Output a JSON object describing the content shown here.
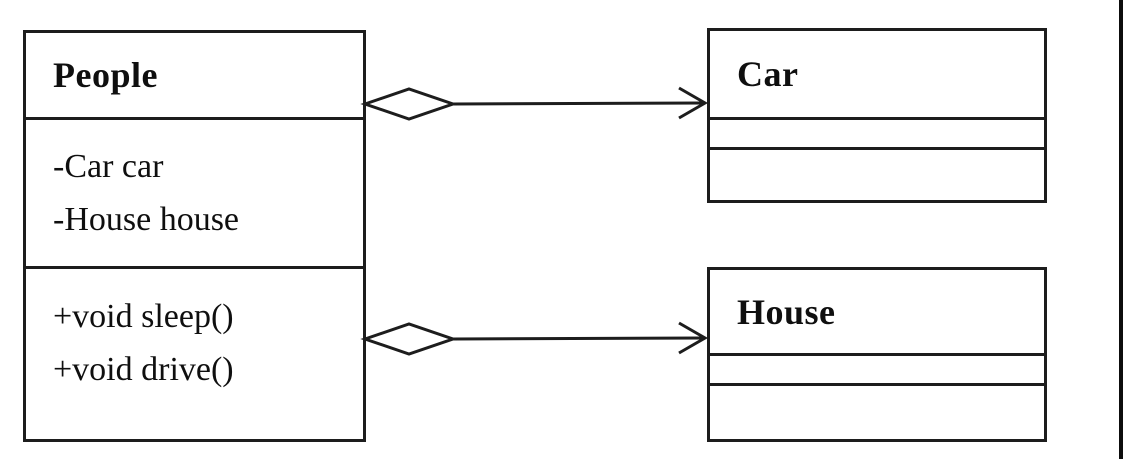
{
  "diagram": {
    "type": "uml-class-diagram",
    "colors": {
      "line": "#1d1d1d",
      "background": "#ffffff",
      "text": "#0f0f0f"
    },
    "classes": {
      "people": {
        "name": "People",
        "attributes": [
          "-Car car",
          "-House house"
        ],
        "methods": [
          "+void sleep()",
          "+void drive()"
        ]
      },
      "car": {
        "name": "Car",
        "attributes": [],
        "methods": []
      },
      "house": {
        "name": "House",
        "attributes": [],
        "methods": []
      }
    },
    "relationships": [
      {
        "from": "People",
        "to": "Car",
        "type": "aggregation",
        "diamond": "hollow",
        "arrowhead": "open"
      },
      {
        "from": "People",
        "to": "House",
        "type": "aggregation",
        "diamond": "hollow",
        "arrowhead": "open"
      }
    ]
  }
}
